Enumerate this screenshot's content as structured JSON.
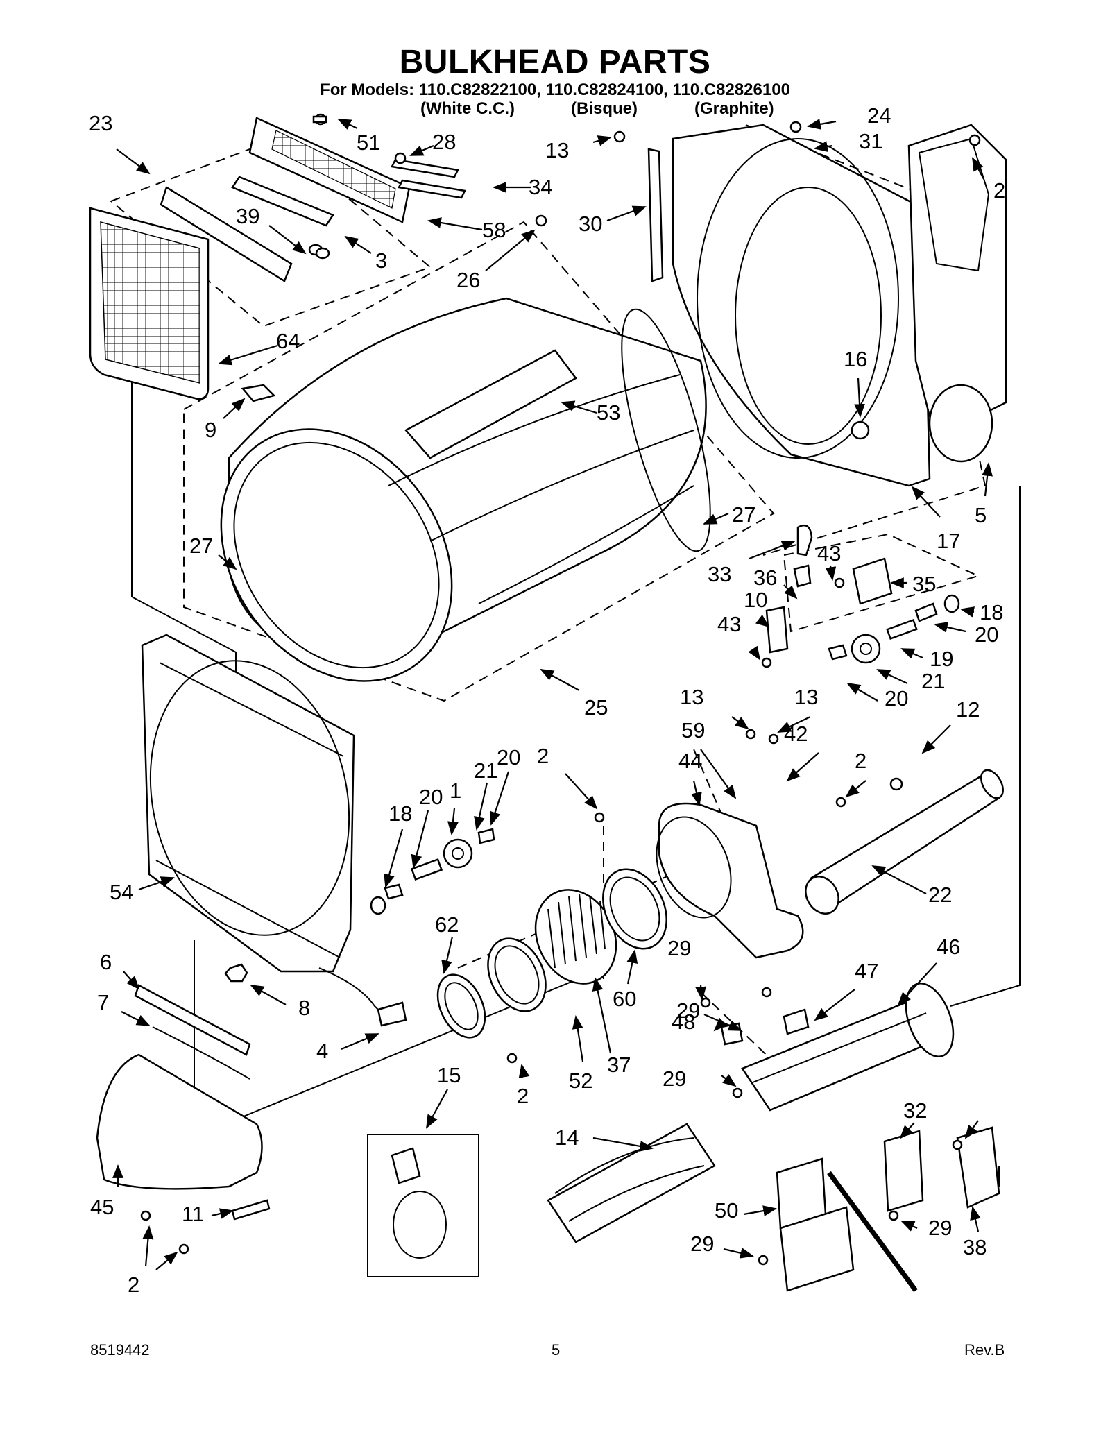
{
  "header": {
    "title": "BULKHEAD PARTS",
    "models_line": "For Models: 110.C82822100, 110.C82824100, 110.C82826100",
    "variants": [
      "(White C.C.)",
      "(Bisque)",
      "(Graphite)"
    ]
  },
  "footer": {
    "doc_number": "8519442",
    "page_number": "5",
    "revision": "Rev.B"
  },
  "callouts": [
    "23",
    "51",
    "28",
    "34",
    "58",
    "39",
    "3",
    "64",
    "9",
    "26",
    "53",
    "13",
    "30",
    "24",
    "31",
    "2",
    "16",
    "5",
    "17",
    "27",
    "27",
    "25",
    "33",
    "36",
    "43",
    "35",
    "18",
    "10",
    "43",
    "20",
    "19",
    "21",
    "20",
    "13",
    "13",
    "12",
    "59",
    "42",
    "44",
    "2",
    "2",
    "1",
    "18",
    "20",
    "21",
    "20",
    "54",
    "62",
    "22",
    "29",
    "47",
    "46",
    "6",
    "7",
    "8",
    "4",
    "52",
    "37",
    "60",
    "48",
    "29",
    "29",
    "15",
    "14",
    "2",
    "32",
    "45",
    "11",
    "50",
    "29",
    "29",
    "38",
    "2"
  ]
}
